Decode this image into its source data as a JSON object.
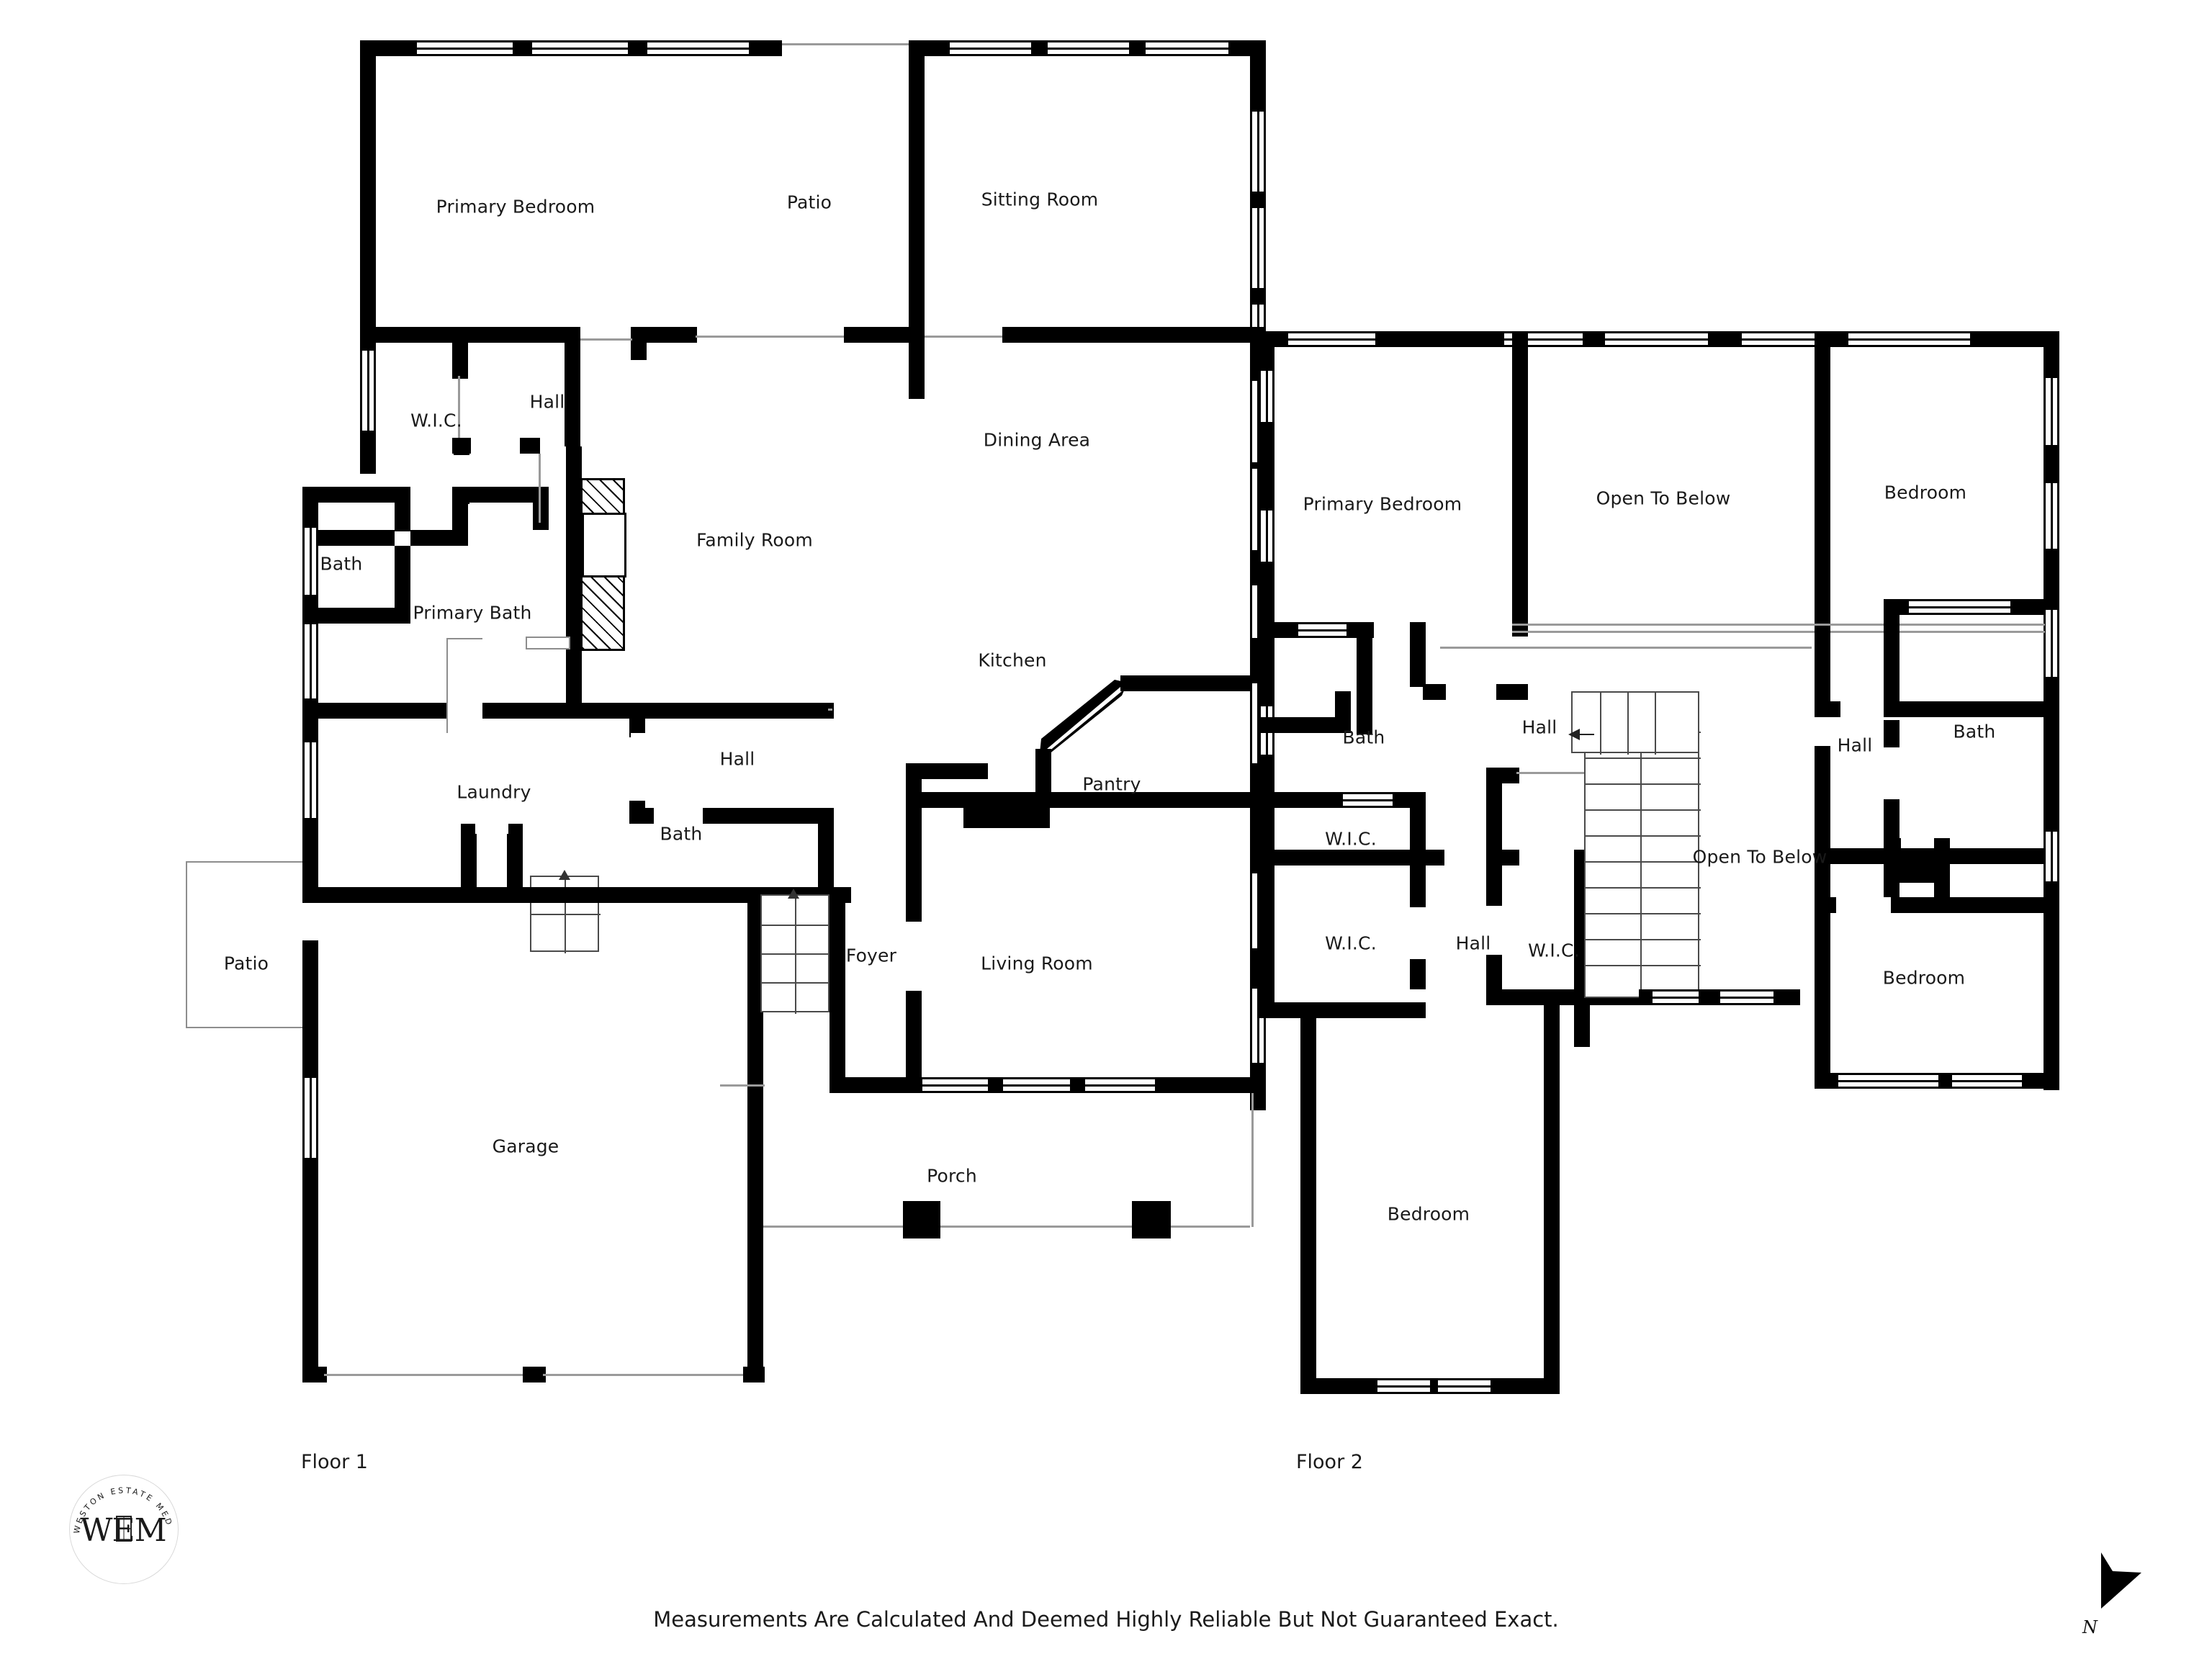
{
  "document": {
    "disclaimer": "Measurements Are Calculated And Deemed Highly Reliable But Not Guaranteed Exact.",
    "compass_label": "N"
  },
  "logo": {
    "center_text": "WEM",
    "ring_text": "WESTON ESTATE MEDIA"
  },
  "floors": [
    {
      "id": "floor-1",
      "caption": "Floor 1",
      "rooms": [
        {
          "name": "Primary Bedroom",
          "label": "Primary Bedroom"
        },
        {
          "name": "Patio Upper",
          "label": "Patio"
        },
        {
          "name": "Sitting Room",
          "label": "Sitting Room"
        },
        {
          "name": "W.I.C.",
          "label": "W.I.C."
        },
        {
          "name": "Hall Upper",
          "label": "Hall"
        },
        {
          "name": "Dining Area",
          "label": "Dining Area"
        },
        {
          "name": "Bath Left",
          "label": "Bath"
        },
        {
          "name": "Family Room",
          "label": "Family Room"
        },
        {
          "name": "Primary Bath",
          "label": "Primary Bath"
        },
        {
          "name": "Kitchen",
          "label": "Kitchen"
        },
        {
          "name": "Hall Lower",
          "label": "Hall"
        },
        {
          "name": "Pantry",
          "label": "Pantry"
        },
        {
          "name": "Laundry",
          "label": "Laundry"
        },
        {
          "name": "Bath Mid",
          "label": "Bath"
        },
        {
          "name": "Patio Lower",
          "label": "Patio"
        },
        {
          "name": "Foyer",
          "label": "Foyer"
        },
        {
          "name": "Living Room",
          "label": "Living Room"
        },
        {
          "name": "Garage",
          "label": "Garage"
        },
        {
          "name": "Porch",
          "label": "Porch"
        }
      ]
    },
    {
      "id": "floor-2",
      "caption": "Floor 2",
      "rooms": [
        {
          "name": "Primary Bedroom",
          "label": "Primary Bedroom"
        },
        {
          "name": "Open To Below A",
          "label": "Open To Below"
        },
        {
          "name": "Bedroom NE",
          "label": "Bedroom"
        },
        {
          "name": "Bath Left",
          "label": "Bath"
        },
        {
          "name": "Hall Center",
          "label": "Hall"
        },
        {
          "name": "Hall Right",
          "label": "Hall"
        },
        {
          "name": "Bath Right",
          "label": "Bath"
        },
        {
          "name": "W.I.C. Left Top",
          "label": "W.I.C."
        },
        {
          "name": "Open To Below B",
          "label": "Open To Below"
        },
        {
          "name": "W.I.C. Left Bot",
          "label": "W.I.C."
        },
        {
          "name": "Hall Mid",
          "label": "Hall"
        },
        {
          "name": "W.I.C. Mid",
          "label": "W.I.C."
        },
        {
          "name": "Bedroom E",
          "label": "Bedroom"
        },
        {
          "name": "Bedroom S",
          "label": "Bedroom"
        }
      ]
    }
  ],
  "colors": {
    "wall": "#000000",
    "paper": "#ffffff",
    "text": "#1a1a1a",
    "thin_line": "#9a9a9a"
  }
}
